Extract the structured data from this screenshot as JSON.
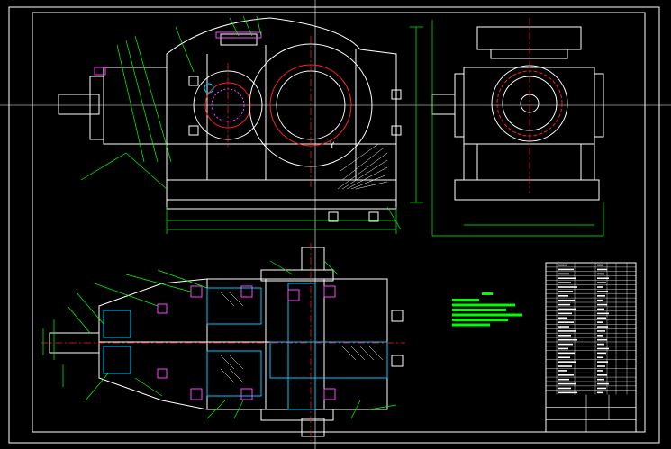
{
  "drawing": {
    "background": "#000000",
    "colors": {
      "outline": "#ffffff",
      "centerline": "#ff2020",
      "dimension": "#00ff00",
      "hatch": "#ff40ff",
      "hidden": "#00c8ff",
      "note_text": "#00ff00"
    },
    "views": [
      "front-view",
      "side-view",
      "top-section-view"
    ],
    "title_block": {
      "rows": 30,
      "columns": 7
    },
    "notes_block_lines": 6,
    "marker_labels": {
      "y_axis": "Y"
    }
  }
}
